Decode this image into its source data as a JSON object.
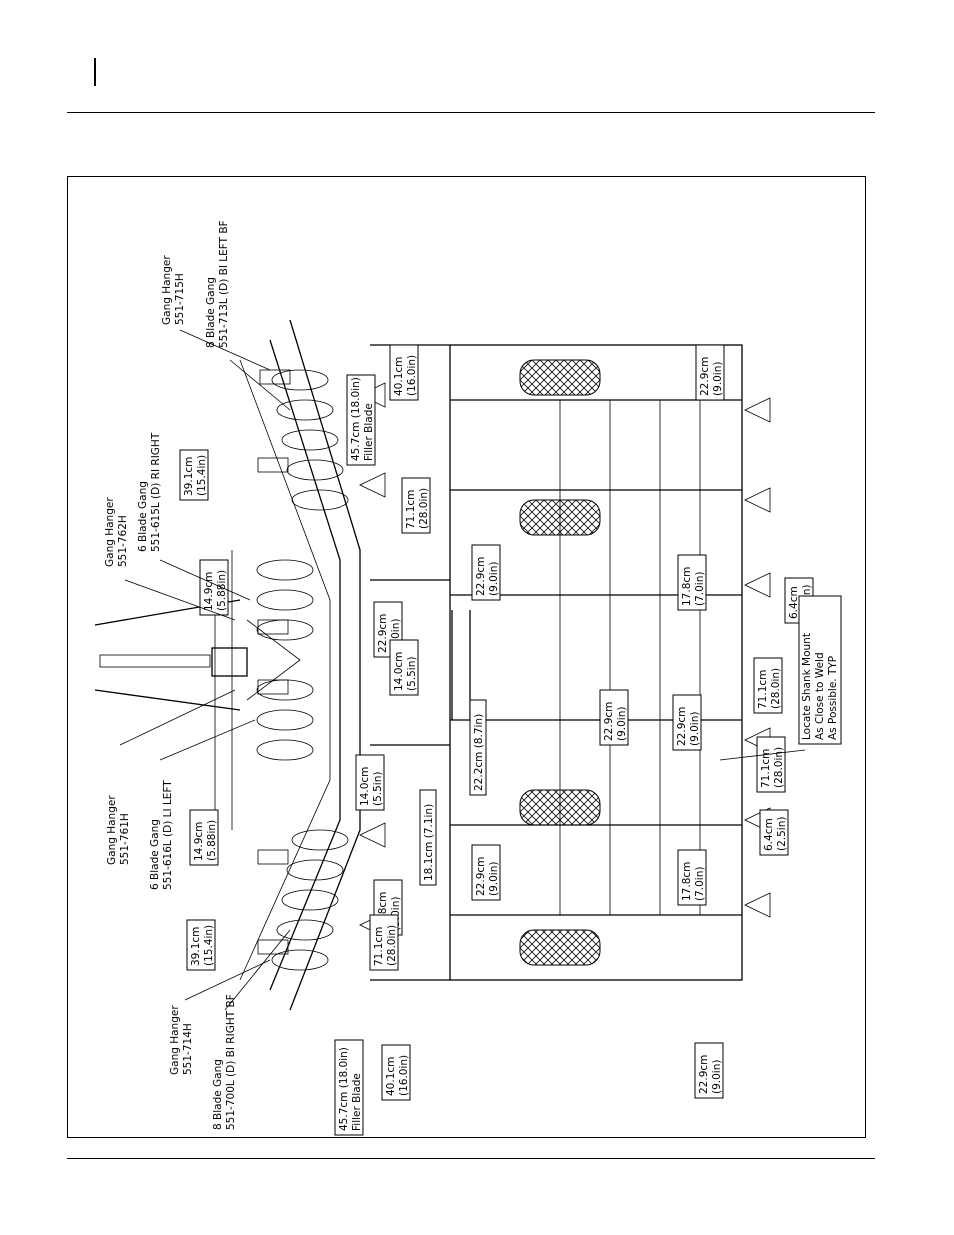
{
  "dimensions": {
    "gang_top_outer": {
      "line1": "45.7cm (18.0in)",
      "line2": "Filler Blade"
    },
    "gang_top_spacing": {
      "line1": "39.1cm",
      "line2": "(15.4in)"
    },
    "gang_top_inner": {
      "line1": "14.9cm",
      "line2": "(5.88in)"
    },
    "gang_bottom_outer": {
      "line1": "45.7cm (18.0in)",
      "line2": "Filler Blade"
    },
    "gang_bottom_spacing": {
      "line1": "39.1cm",
      "line2": "(15.4in)"
    },
    "gang_bottom_inner": {
      "line1": "14.9cm",
      "line2": "(5.88in)"
    },
    "frame_top_40": {
      "line1": "40.1cm",
      "line2": "(16.0in)"
    },
    "frame_top_71": {
      "line1": "71.1cm",
      "line2": "(28.0in)"
    },
    "frame_top_229a": {
      "line1": "22.9cm",
      "line2": "(9.0in)"
    },
    "frame_top_229b": {
      "line1": "22.9cm",
      "line2": "(9.0in)"
    },
    "center_140_top": {
      "line1": "14.0cm",
      "line2": "(5.5in)"
    },
    "center_140_bottom": {
      "line1": "14.0cm",
      "line2": "(5.5in)"
    },
    "center_181": {
      "line1": "18.1cm (7.1in)"
    },
    "center_222": {
      "line1": "22.2cm (8.7in)"
    },
    "frame_bottom_229c": {
      "line1": "22.9cm",
      "line2": "(9.0in)"
    },
    "frame_bottom_228": {
      "line1": "22.8cm",
      "line2": "(9.0in)"
    },
    "frame_bottom_71": {
      "line1": "71.1cm",
      "line2": "(28.0in)"
    },
    "frame_bottom_40": {
      "line1": "40.1cm",
      "line2": "(16.0in)"
    },
    "wheel_229_top": {
      "line1": "22.9cm",
      "line2": "(9.0in)"
    },
    "wheel_178_top": {
      "line1": "17.8cm",
      "line2": "(7.0in)"
    },
    "wheel_64_top": {
      "line1": "6.4cm",
      "line2": "(2.5in)"
    },
    "mid_229_a": {
      "line1": "22.9cm",
      "line2": "(9.0in)"
    },
    "mid_229_b": {
      "line1": "22.9cm",
      "line2": "(9.0in)"
    },
    "shank_711_top": {
      "line1": "71.1cm",
      "line2": "(28.0in)"
    },
    "shank_711_bottom": {
      "line1": "71.1cm",
      "line2": "(28.0in)"
    },
    "wheel_178_bottom": {
      "line1": "17.8cm",
      "line2": "(7.0in)"
    },
    "wheel_64_bottom": {
      "line1": "6.4cm",
      "line2": "(2.5in)"
    },
    "wheel_229_bottom": {
      "line1": "22.9cm",
      "line2": "(9.0in)"
    }
  },
  "callouts": {
    "hanger_715": {
      "line1": "Gang Hanger",
      "line2": "551-715H"
    },
    "gang_713": {
      "line1": "8 Blade Gang",
      "line2": "551-713L (D) BI LEFT BF"
    },
    "hanger_762": {
      "line1": "Gang Hanger",
      "line2": "551-762H"
    },
    "gang_615": {
      "line1": "6 Blade Gang",
      "line2": "551-615L (D) RI RIGHT"
    },
    "hanger_761": {
      "line1": "Gang Hanger",
      "line2": "551-761H"
    },
    "gang_616": {
      "line1": "6 Blade Gang",
      "line2": "551-616L (D) LI LEFT"
    },
    "hanger_714": {
      "line1": "Gang Hanger",
      "line2": "551-714H"
    },
    "gang_700": {
      "line1": "8 Blade Gang",
      "line2": "551-700L (D) BI RIGHT BF"
    },
    "shank_note": {
      "line1": "Locate Shank Mount",
      "line2": "As Close to Weld",
      "line3": "As Possible.  TYP"
    }
  }
}
